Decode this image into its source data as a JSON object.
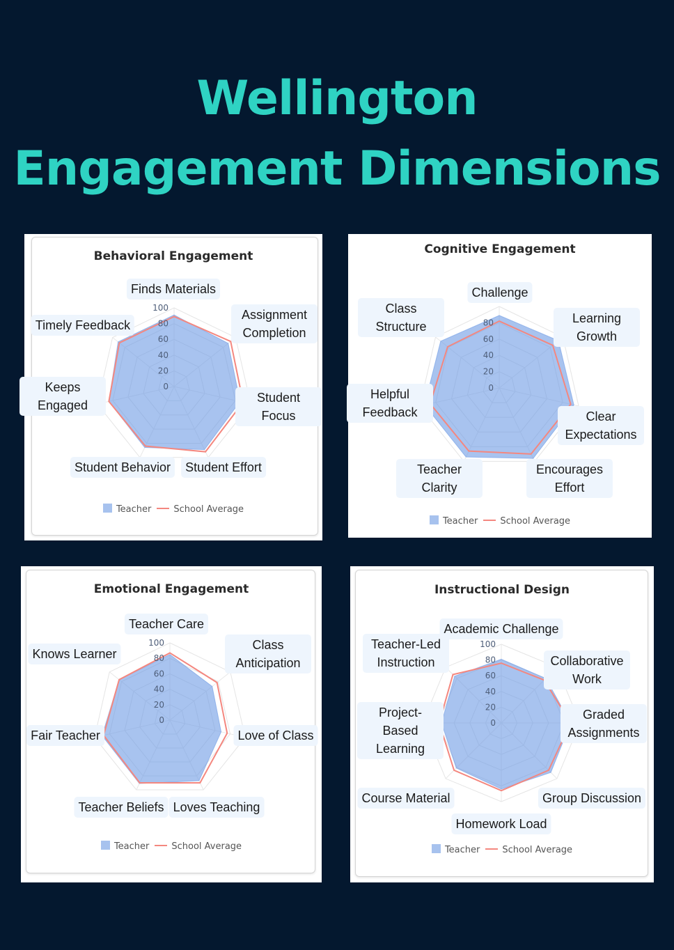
{
  "header": {
    "title_line1": "Wellington",
    "title_line2": "Engagement Dimensions"
  },
  "colors": {
    "background": "#04182f",
    "title": "#2fd3c3",
    "teacher_fill": "#a7c2ee",
    "school_line": "#f4877f"
  },
  "chart_data": [
    {
      "type": "radar",
      "title": "Behavioral Engagement",
      "rlim": [
        0,
        100
      ],
      "ticks": [
        "0",
        "20",
        "40",
        "60",
        "80",
        "100"
      ],
      "legend": {
        "teacher": "Teacher",
        "school": "School Average"
      },
      "axes": [
        {
          "label": "Finds Materials",
          "teacher": 91,
          "school": 89
        },
        {
          "label": "Assignment Completion",
          "teacher": 88,
          "school": 92
        },
        {
          "label": "Student Focus",
          "teacher": 86,
          "school": 90
        },
        {
          "label": "Student Effort",
          "teacher": 89,
          "school": 92
        },
        {
          "label": "Student Behavior",
          "teacher": 86,
          "school": 84
        },
        {
          "label": "Keeps Engaged",
          "teacher": 85,
          "school": 85
        },
        {
          "label": "Timely Feedback",
          "teacher": 91,
          "school": 89
        }
      ]
    },
    {
      "type": "radar",
      "title": "Cognitive Engagement",
      "rlim": [
        0,
        100
      ],
      "ticks": [
        "0",
        "20",
        "40",
        "60",
        "80"
      ],
      "legend": {
        "teacher": "Teacher",
        "school": "School Average"
      },
      "axes": [
        {
          "label": "Challenge",
          "teacher": 89,
          "school": 82
        },
        {
          "label": "Learning Growth",
          "teacher": 93,
          "school": 84
        },
        {
          "label": "Clear Expectations",
          "teacher": 94,
          "school": 90
        },
        {
          "label": "Encourages Effort",
          "teacher": 96,
          "school": 90
        },
        {
          "label": "Teacher Clarity",
          "teacher": 94,
          "school": 86
        },
        {
          "label": "Helpful Feedback",
          "teacher": 94,
          "school": 87
        },
        {
          "label": "Class Structure",
          "teacher": 92,
          "school": 81
        }
      ]
    },
    {
      "type": "radar",
      "title": "Emotional Engagement",
      "rlim": [
        0,
        100
      ],
      "ticks": [
        "0",
        "20",
        "40",
        "60",
        "80",
        "100"
      ],
      "legend": {
        "teacher": "Teacher",
        "school": "School Average"
      },
      "axes": [
        {
          "label": "Teacher Care",
          "teacher": 85,
          "school": 87
        },
        {
          "label": "Class Anticipation",
          "teacher": 70,
          "school": 78
        },
        {
          "label": "Love of Class",
          "teacher": 68,
          "school": 76
        },
        {
          "label": "Loves Teaching",
          "teacher": 87,
          "school": 90
        },
        {
          "label": "Teacher Beliefs",
          "teacher": 91,
          "school": 90
        },
        {
          "label": "Fair Teacher",
          "teacher": 90,
          "school": 88
        },
        {
          "label": "Knows Learner",
          "teacher": 84,
          "school": 84
        }
      ]
    },
    {
      "type": "radar",
      "title": "Instructional Design",
      "rlim": [
        0,
        100
      ],
      "ticks": [
        "0",
        "20",
        "40",
        "60",
        "80",
        "100"
      ],
      "legend": {
        "teacher": "Teacher",
        "school": "School Average"
      },
      "axes": [
        {
          "label": "Academic Challenge",
          "teacher": 81,
          "school": 76
        },
        {
          "label": "Collaborative Work",
          "teacher": 80,
          "school": 77
        },
        {
          "label": "Graded Assignments",
          "teacher": 88,
          "school": 88
        },
        {
          "label": "Group Discussion",
          "teacher": 89,
          "school": 85
        },
        {
          "label": "Homework Load",
          "teacher": 84,
          "school": 86
        },
        {
          "label": "Course Material",
          "teacher": 81,
          "school": 85
        },
        {
          "label": "Project-Based Learning",
          "teacher": 76,
          "school": 79
        },
        {
          "label": "Teacher-Led Instruction",
          "teacher": 84,
          "school": 87
        }
      ]
    }
  ]
}
